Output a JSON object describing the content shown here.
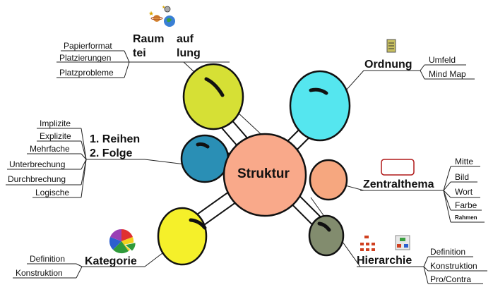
{
  "center": "Struktur",
  "branches": {
    "raumaufteilung": {
      "title_l1a": "Raum",
      "title_l1b": "auf",
      "title_l2a": "tei",
      "title_l2b": "lung",
      "items": [
        "Papierformat",
        "Platzierungen",
        "Platzprobleme"
      ]
    },
    "ordnung": {
      "title": "Ordnung",
      "items": [
        "Umfeld",
        "Mind Map"
      ]
    },
    "reihenfolge": {
      "title_l1": "1. Reihen",
      "title_l2": "2. Folge",
      "items": [
        "Implizite",
        "Explizite",
        "Mehrfache",
        "Unterbrechung",
        "Durchbrechung",
        "Logische"
      ]
    },
    "zentralthema": {
      "title": "Zentralthema",
      "items": [
        "Mitte",
        "Bild",
        "Wort",
        "Farbe",
        "Rahmen"
      ]
    },
    "kategorie": {
      "title": "Kategorie",
      "items": [
        "Definition",
        "Konstruktion"
      ]
    },
    "hierarchie": {
      "title": "Hierarchie",
      "items": [
        "Definition",
        "Konstruktion",
        "Pro/Contra"
      ]
    }
  },
  "colors": {
    "center": "#f9a98a",
    "yellow_green": "#d6e035",
    "cyan": "#55e6ef",
    "teal": "#2a8fb5",
    "peach": "#f6a77f",
    "yellow": "#f5f02a",
    "olive": "#828c6e",
    "line": "#222222"
  }
}
